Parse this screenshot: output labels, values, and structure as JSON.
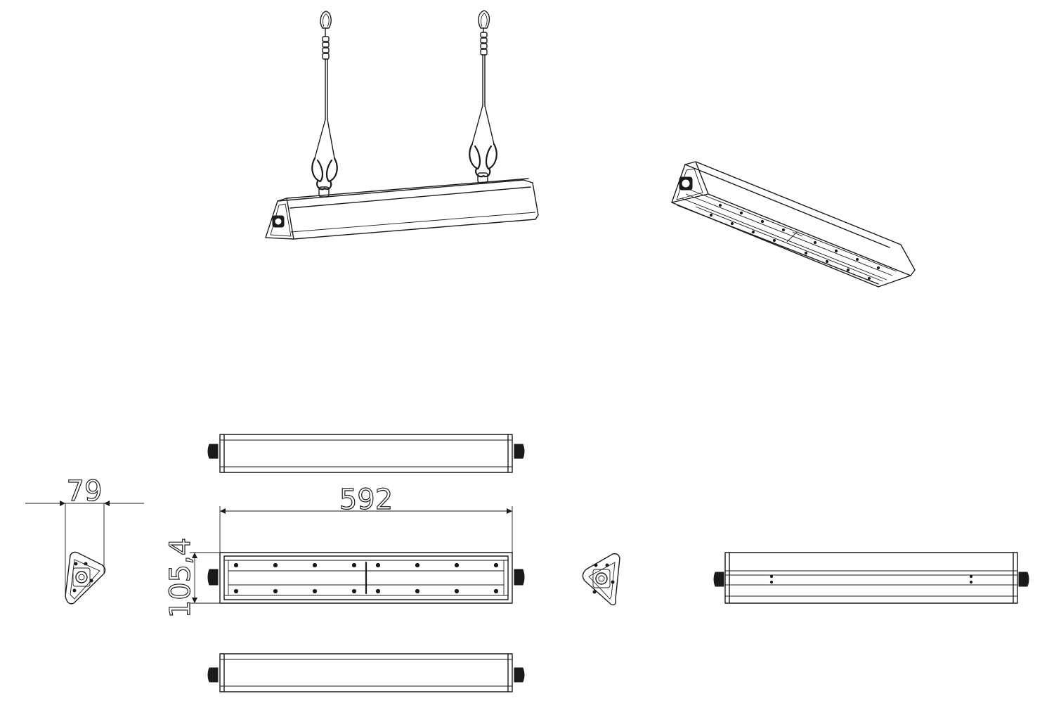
{
  "dimensions": {
    "width_label": "79",
    "length_label": "592",
    "height_label": "105,4"
  },
  "stroke_color": "#1a1a1a",
  "background_color": "#ffffff"
}
